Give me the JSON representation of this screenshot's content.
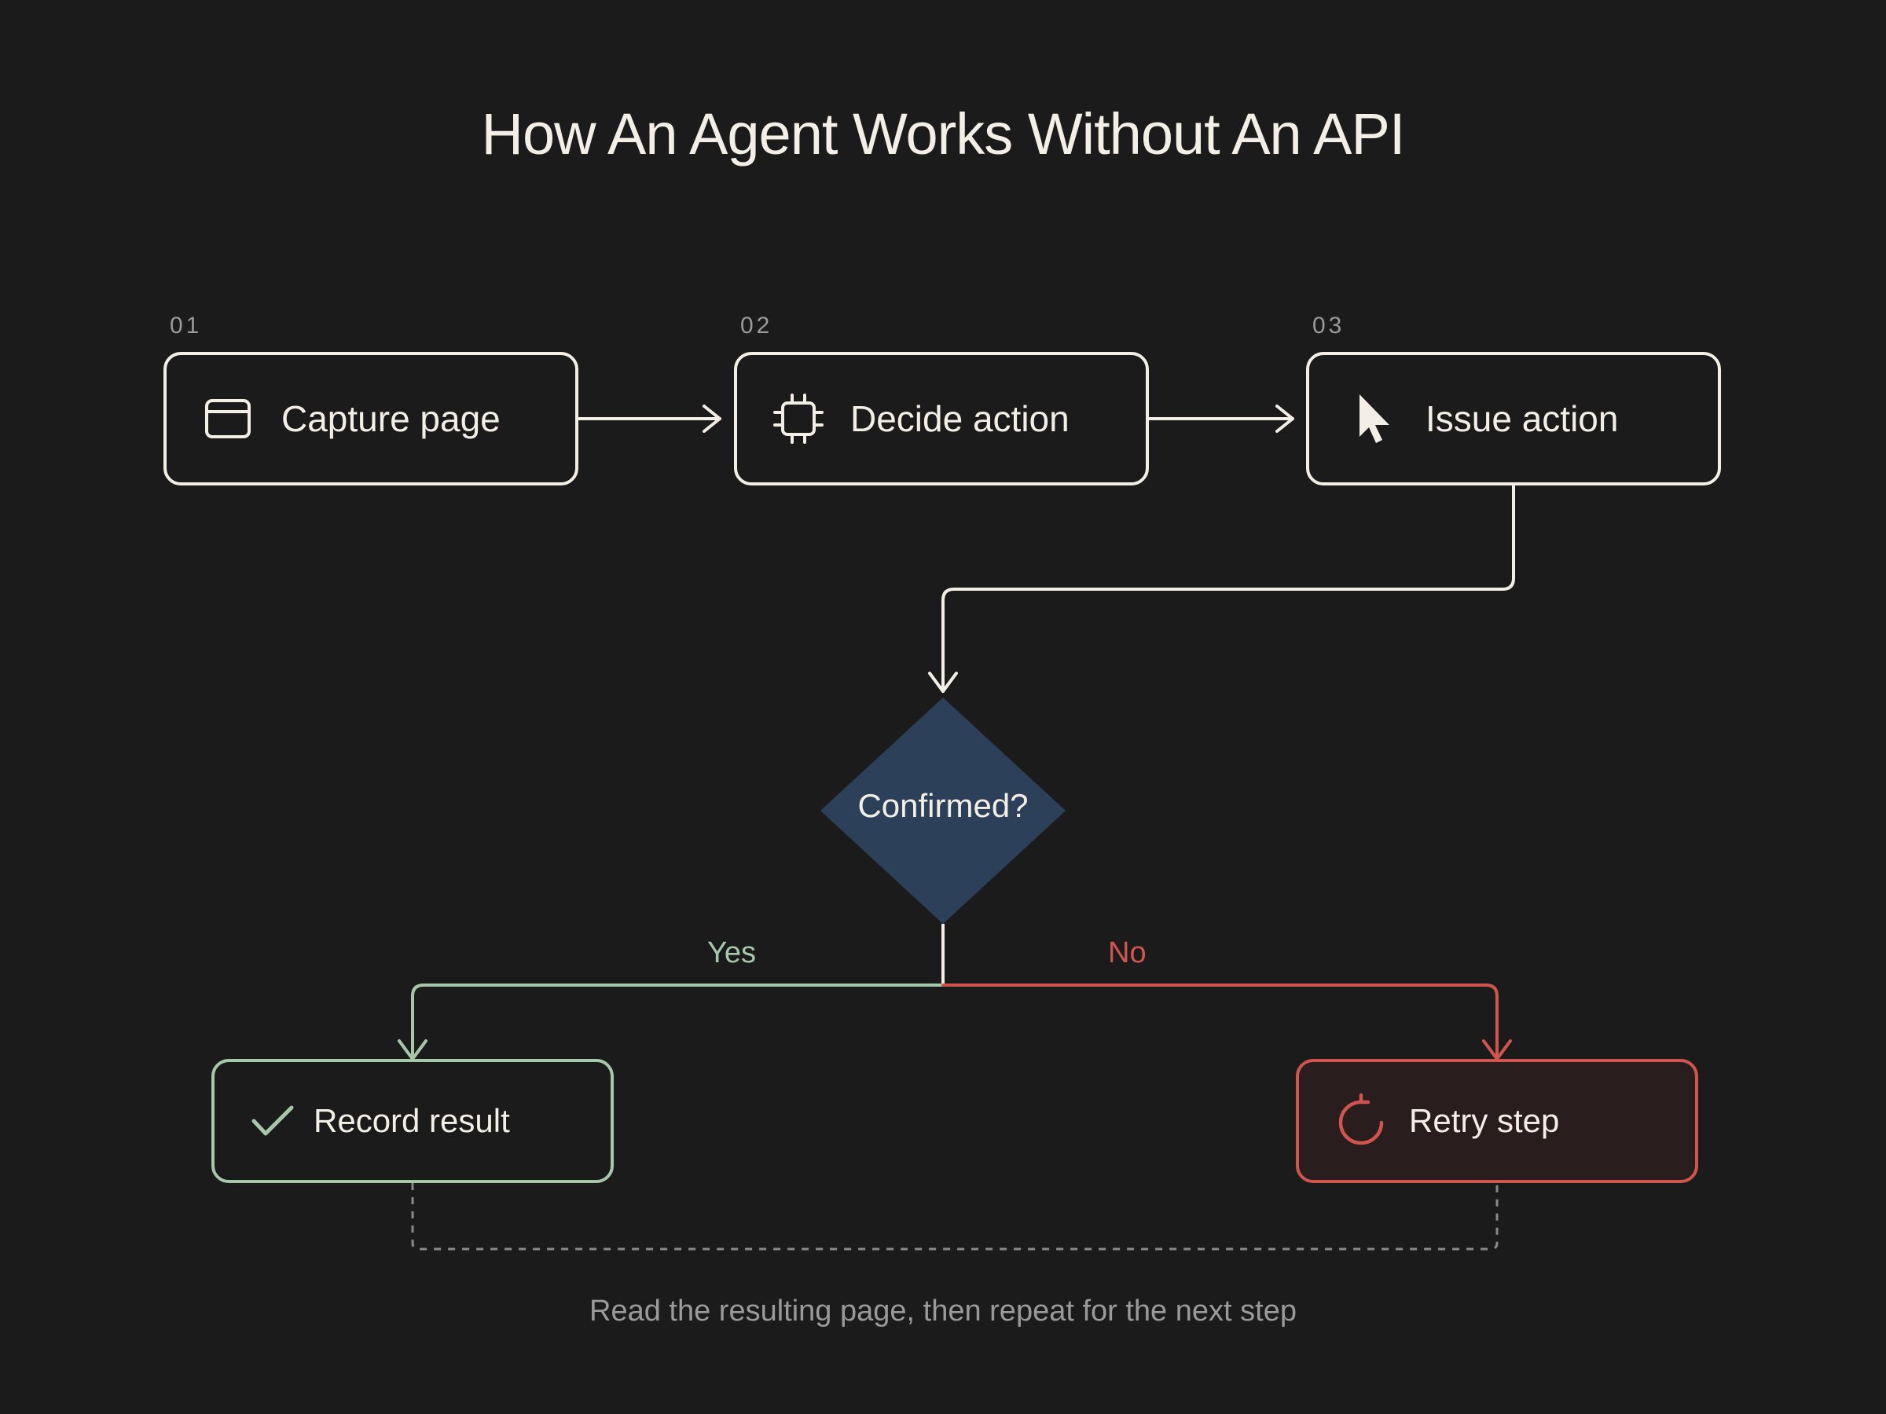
{
  "title": "How An Agent Works Without An API",
  "steps": [
    {
      "number": "01",
      "label": "Capture page",
      "icon": "browser-window-icon"
    },
    {
      "number": "02",
      "label": "Decide action",
      "icon": "chip-icon"
    },
    {
      "number": "03",
      "label": "Issue action",
      "icon": "cursor-icon"
    }
  ],
  "decision": {
    "label": "Confirmed?"
  },
  "branches": {
    "yes": {
      "label": "Yes",
      "color": "#a6c8a8"
    },
    "no": {
      "label": "No",
      "color": "#d1554f"
    }
  },
  "outcomes": {
    "yes": {
      "label": "Record result",
      "icon": "check-icon"
    },
    "no": {
      "label": "Retry step",
      "icon": "retry-icon"
    }
  },
  "footer": "Read the resulting page, then repeat for the next step",
  "colors": {
    "background": "#1b1b1b",
    "foreground": "#f3efe6",
    "decision_fill": "#2c405a",
    "muted": "#9a9a9a"
  }
}
